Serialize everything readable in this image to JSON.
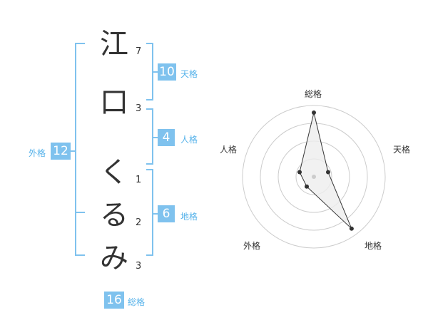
{
  "name": {
    "chars": [
      "江",
      "口",
      "く",
      "る",
      "み"
    ],
    "strokes": [
      "7",
      "3",
      "1",
      "2",
      "3"
    ]
  },
  "fortune": {
    "tenkaku": {
      "value": "10",
      "label": "天格"
    },
    "jinkaku": {
      "value": "4",
      "label": "人格"
    },
    "chikaku": {
      "value": "6",
      "label": "地格"
    },
    "gaikaku": {
      "value": "12",
      "label": "外格"
    },
    "soukaku": {
      "value": "16",
      "label": "総格"
    }
  },
  "radar": {
    "axes": [
      "総格",
      "天格",
      "地格",
      "外格",
      "人格"
    ],
    "values": [
      0.9,
      0.21,
      0.9,
      0.17,
      0.21
    ],
    "rings": 4,
    "colors": {
      "grid": "#cccccc",
      "fill": "#eeeeee",
      "line": "#333333",
      "point": "#333333",
      "center": "#cccccc"
    }
  },
  "colors": {
    "accent": "#7fc2ee",
    "label": "#55b2ea"
  }
}
